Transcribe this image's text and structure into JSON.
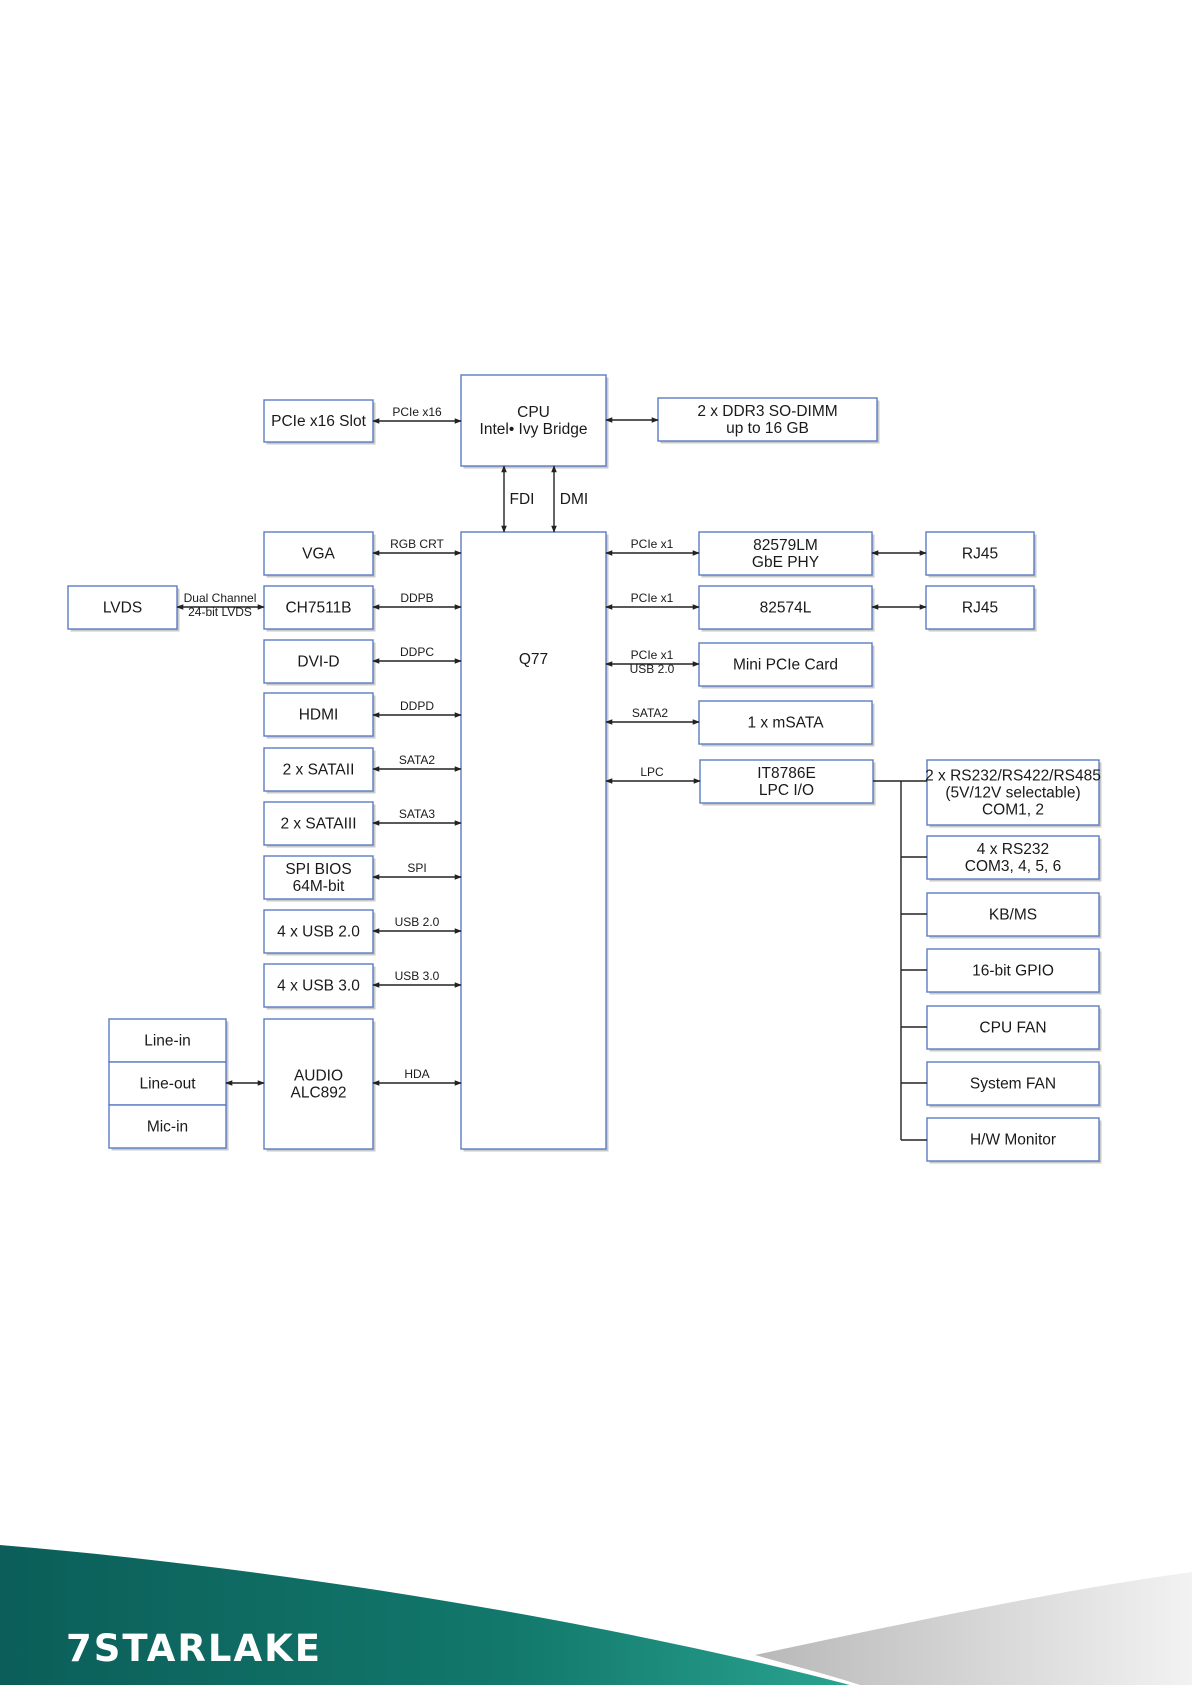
{
  "blocks": {
    "pcie_slot": [
      "PCIe x16 Slot"
    ],
    "cpu": [
      "CPU",
      "Intel• Ivy Bridge"
    ],
    "ddr3": [
      "2 x DDR3 SO-DIMM",
      "up to 16 GB"
    ],
    "q77": [
      "Q77"
    ],
    "vga": [
      "VGA"
    ],
    "lvds": [
      "LVDS"
    ],
    "ch7511b": [
      "CH7511B"
    ],
    "dvid": [
      "DVI-D"
    ],
    "hdmi": [
      "HDMI"
    ],
    "sataii": [
      "2 x SATAII"
    ],
    "sataiii": [
      "2 x SATAIII"
    ],
    "spi_bios": [
      "SPI BIOS",
      "64M-bit"
    ],
    "usb2": [
      "4 x USB 2.0"
    ],
    "usb3": [
      "4 x USB 3.0"
    ],
    "line_in": [
      "Line-in"
    ],
    "line_out": [
      "Line-out"
    ],
    "mic_in": [
      "Mic-in"
    ],
    "audio": [
      "AUDIO",
      "ALC892"
    ],
    "gbe_phy": [
      "82579LM",
      "GbE PHY"
    ],
    "rj45_1": [
      "RJ45"
    ],
    "nic": [
      "82574L"
    ],
    "rj45_2": [
      "RJ45"
    ],
    "mini_pcie": [
      "Mini PCIe Card"
    ],
    "msata": [
      "1 x mSATA"
    ],
    "it8786e": [
      "IT8786E",
      "LPC I/O"
    ],
    "com12": [
      "2 x RS232/RS422/RS485",
      "(5V/12V selectable)",
      "COM1, 2"
    ],
    "com3456": [
      "4 x RS232",
      "COM3, 4, 5, 6"
    ],
    "kbms": [
      "KB/MS"
    ],
    "gpio": [
      "16-bit GPIO"
    ],
    "cpu_fan": [
      "CPU FAN"
    ],
    "system_fan": [
      "System FAN"
    ],
    "hw_monitor": [
      "H/W Monitor"
    ]
  },
  "links": {
    "pcie_x16": [
      "PCIe x16"
    ],
    "fdi": [
      "FDI"
    ],
    "dmi": [
      "DMI"
    ],
    "rgb_crt": [
      "RGB CRT"
    ],
    "dual_channel": [
      "Dual Channel",
      "24-bit LVDS"
    ],
    "ddpb": [
      "DDPB"
    ],
    "ddpc": [
      "DDPC"
    ],
    "ddpd": [
      "DDPD"
    ],
    "sata2_left": [
      "SATA2"
    ],
    "sata3": [
      "SATA3"
    ],
    "spi": [
      "SPI"
    ],
    "usb20": [
      "USB 2.0"
    ],
    "usb30": [
      "USB 3.0"
    ],
    "hda": [
      "HDA"
    ],
    "pcie_x1_a": [
      "PCIe x1"
    ],
    "pcie_x1_b": [
      "PCIe x1"
    ],
    "pcie_usb": [
      "PCIe x1",
      "USB 2.0"
    ],
    "sata2_right": [
      "SATA2"
    ],
    "lpc": [
      "LPC"
    ]
  },
  "logo": {
    "text": "7STARLAKE"
  },
  "colors": {
    "box_border": "#5b7cc4",
    "teal_dark": "#0b5e59",
    "teal_light": "#1e8f80",
    "gray_swoosh": "#c8c8c8"
  }
}
